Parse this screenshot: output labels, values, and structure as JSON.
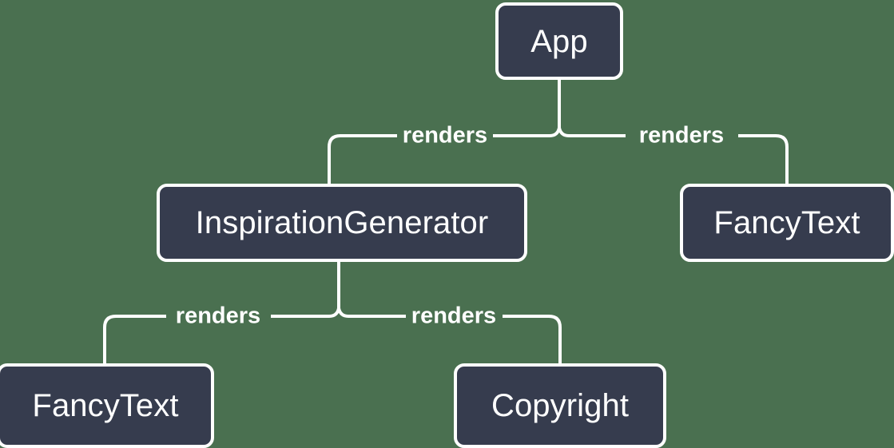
{
  "diagram": {
    "type": "component-tree",
    "background_color": "#4a7050",
    "node_fill_color": "#363c4e",
    "node_border_color": "#ffffff",
    "edge_color": "#ffffff",
    "nodes": [
      {
        "id": "app",
        "label": "App"
      },
      {
        "id": "inspirationgenerator",
        "label": "InspirationGenerator"
      },
      {
        "id": "fancytext_right",
        "label": "FancyText"
      },
      {
        "id": "fancytext_left",
        "label": "FancyText"
      },
      {
        "id": "copyright",
        "label": "Copyright"
      }
    ],
    "edges": [
      {
        "from": "app",
        "to": "inspirationgenerator",
        "label": "renders"
      },
      {
        "from": "app",
        "to": "fancytext_right",
        "label": "renders"
      },
      {
        "from": "inspirationgenerator",
        "to": "fancytext_left",
        "label": "renders"
      },
      {
        "from": "inspirationgenerator",
        "to": "copyright",
        "label": "renders"
      }
    ]
  }
}
